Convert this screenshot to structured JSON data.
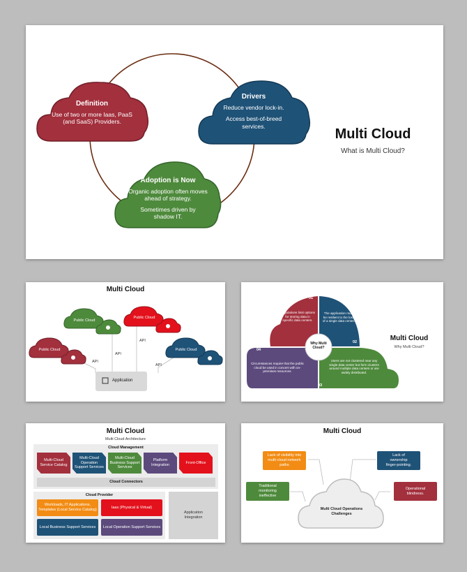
{
  "slide1": {
    "title": "Multi Cloud",
    "subtitle": "What is Multi Cloud?",
    "definition": {
      "heading": "Definition",
      "text": "Use of two or more Iaas, PaaS (and SaaS) Providers."
    },
    "drivers": {
      "heading": "Drivers",
      "line1": "Reduce vendor lock-in.",
      "line2": "Access best-of-breed services."
    },
    "adoption": {
      "heading": "Adoption is Now",
      "line1": "Organic adoption often moves ahead of strategy.",
      "line2": "Sometimes driven by shadow IT."
    },
    "colors": {
      "definition": "#a3303d",
      "drivers": "#1f5277",
      "adoption": "#4e8a3c",
      "ring": "#6b2d12"
    }
  },
  "slide2": {
    "title": "Multi Cloud",
    "clouds": [
      "Public Cloud",
      "Public Cloud",
      "Public Cloud",
      "Public Cloud"
    ],
    "api_labels": [
      "API",
      "API",
      "API",
      "API"
    ],
    "application": "Application"
  },
  "slide3": {
    "title": "Multi Cloud",
    "subtitle": "Why Multi Cloud?",
    "center": "Why Multi Cloud?",
    "quadrants": [
      {
        "num": "01",
        "text": "Regulations limit options for storing data in specific data centers."
      },
      {
        "num": "02",
        "text": "The application must be resilient to the loss of a single data center."
      },
      {
        "num": "03",
        "text": "Users are not clustered near any single data center but form clusters around multiple data centers or are widely distributed."
      },
      {
        "num": "04",
        "text": "Circumstances require that the public cloud be used in concert with on-premises resources."
      }
    ]
  },
  "slide4": {
    "title": "Multi Cloud",
    "subtitle": "Multi Cloud Architecture",
    "cloud_management": "Cloud Management",
    "mgmt_items": [
      "Multi-Cloud Service Catalog",
      "Multi-Cloud Operation Support Services",
      "Multi-Cloud Business Support Services",
      "Platform Integration",
      "Front-Office"
    ],
    "cloud_connectors": "Cloud Connectors",
    "cloud_provider": "Cloud Provider",
    "provider_items": [
      "Workloads, IT Applications, Templates (Local Service Catalog)",
      "Iaas (Physical & Virtual)",
      "Local Business Support Services",
      "Local Operation Support Services"
    ],
    "application_integration": "Application Integration"
  },
  "slide5": {
    "title": "Multi Cloud",
    "center": "Multi Cloud Operations Challenges",
    "items": [
      "Lack of visibility into multi-cloud network paths",
      "Lack of ownership finger-pointing.",
      "Traditional monitoring ineffective",
      "Operational blindness."
    ]
  }
}
